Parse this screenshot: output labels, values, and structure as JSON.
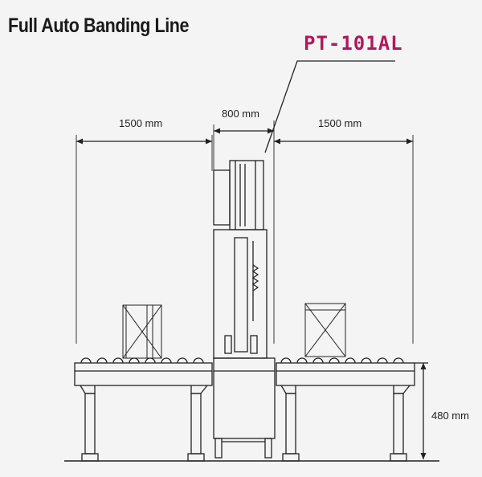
{
  "title": "Full Auto Banding Line",
  "model": "PT-101AL",
  "dimensions": {
    "left_conveyor": "1500 mm",
    "machine": "800 mm",
    "right_conveyor": "1500 mm",
    "height": "480 mm"
  },
  "colors": {
    "model_text": "#b0185a",
    "line": "#222222",
    "background": "#f4f4f4"
  }
}
